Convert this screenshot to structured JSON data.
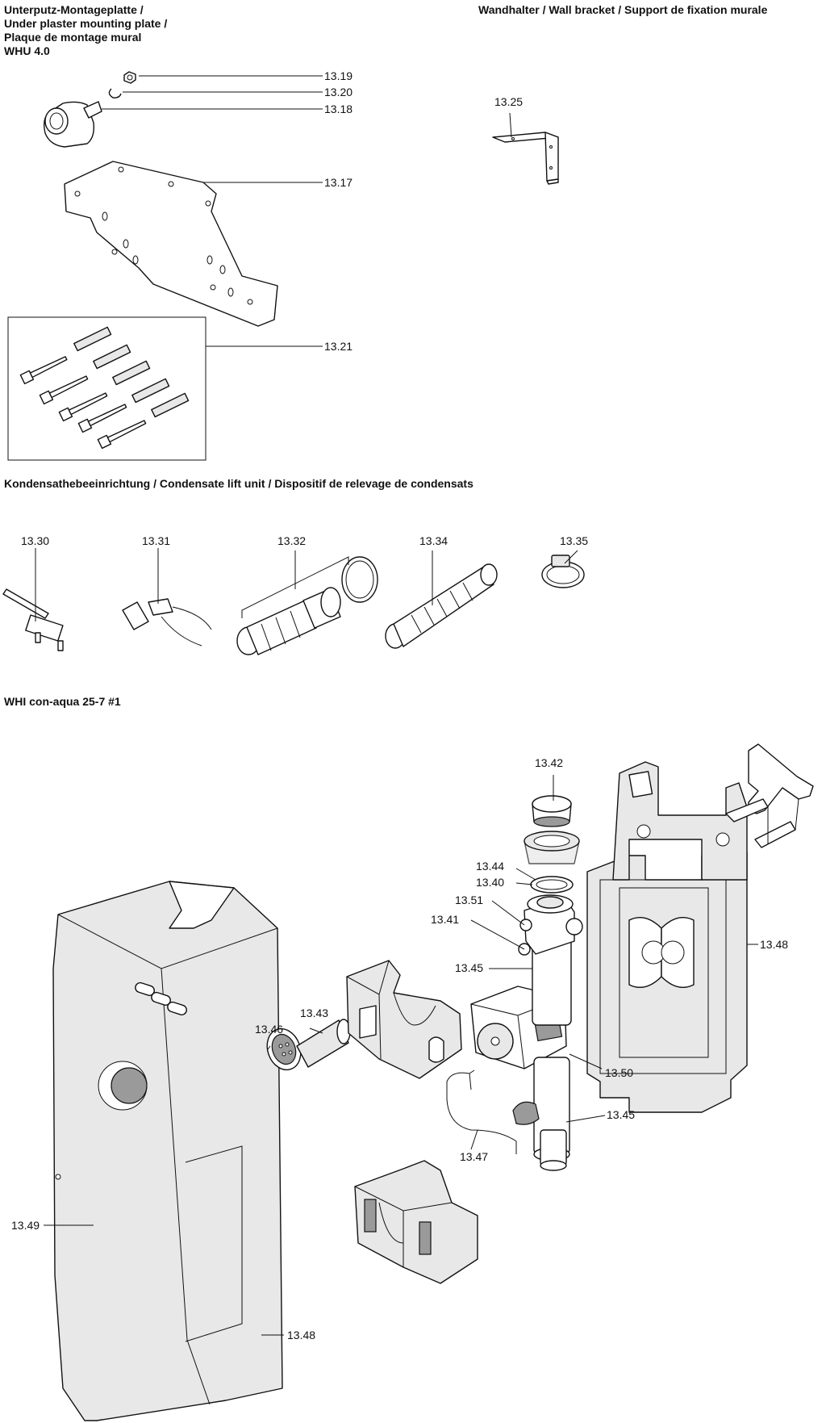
{
  "sections": {
    "mounting_plate": {
      "title_lines": [
        "Unterputz-Montageplatte /",
        "Under plaster mounting plate /",
        "Plaque de montage mural",
        "WHU 4.0"
      ]
    },
    "wall_bracket": {
      "title": "Wandhalter / Wall bracket / Support de fixation murale"
    },
    "condensate": {
      "title": "Kondensathebeeinrichtung / Condensate lift unit / Dispositif de relevage de condensats"
    },
    "whi": {
      "title": "WHI con-aqua 25-7 #1"
    }
  },
  "callouts": {
    "c1319": "13.19",
    "c1320": "13.20",
    "c1318": "13.18",
    "c1317": "13.17",
    "c1321": "13.21",
    "c1325": "13.25",
    "c1330": "13.30",
    "c1331": "13.31",
    "c1332": "13.32",
    "c1334": "13.34",
    "c1335": "13.35",
    "c1342": "13.42",
    "c1344": "13.44",
    "c1340": "13.40",
    "c1351": "13.51",
    "c1341": "13.41",
    "c1345a": "13.45",
    "c1348a": "13.48",
    "c1346": "13.46",
    "c1343": "13.43",
    "c1350": "13.50",
    "c1345b": "13.45",
    "c1347": "13.47",
    "c1349": "13.49",
    "c1348b": "13.48"
  }
}
